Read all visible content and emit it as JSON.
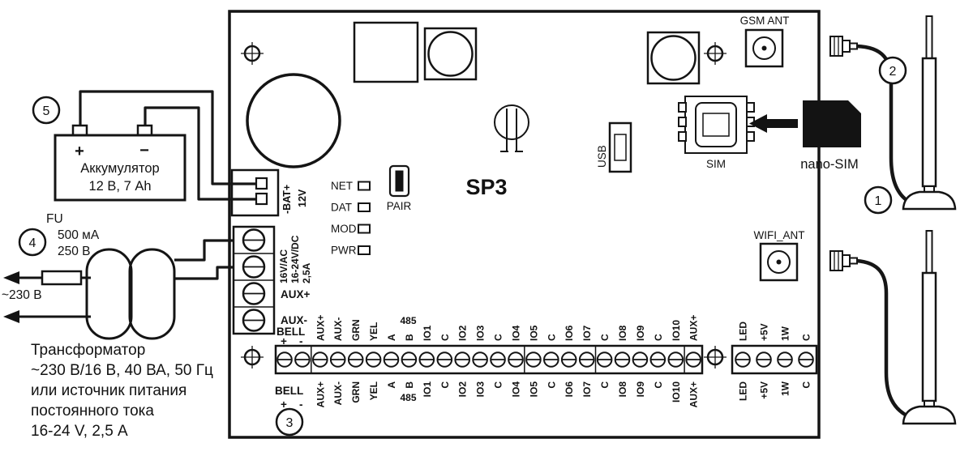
{
  "board": {
    "title": "SP3",
    "leds": [
      "NET",
      "DAT",
      "MOD",
      "PWR"
    ],
    "pair": "PAIR",
    "usb": "USB",
    "sim": "SIM",
    "nano_sim": "nano-SIM",
    "gsm_ant": "GSM ANT",
    "wifi_ant": "WIFI_ANT",
    "bat": {
      "polarity": "-BAT+",
      "voltage": "12V"
    },
    "power_in": {
      "l1": "16V/AC",
      "l2": "16-24V/DC",
      "l3": "2,5A",
      "aux_plus": "AUX+",
      "aux_minus": "AUX-"
    },
    "bell": {
      "name": "BELL",
      "plus": "+",
      "minus": "-"
    },
    "rs485": "485",
    "strip": [
      "AUX+",
      "AUX-",
      "GRN",
      "YEL",
      "A",
      "B",
      "IO1",
      "C",
      "IO2",
      "IO3",
      "C",
      "IO4",
      "IO5",
      "C",
      "IO6",
      "IO7",
      "C",
      "IO8",
      "IO9",
      "C",
      "IO10",
      "AUX+"
    ],
    "out": [
      "LED",
      "+5V",
      "1W",
      "C"
    ]
  },
  "battery": {
    "line1": "Аккумулятор",
    "line2": "12 В, 7 Ah",
    "plus": "+",
    "minus": "−"
  },
  "mains": {
    "fu": "FU",
    "current": "500 мА",
    "voltage": "250 В",
    "net": "~230 В"
  },
  "notes": {
    "l1": "Трансформатор",
    "l2": "~230 В/16 В, 40 ВА, 50 Гц",
    "l3": "или источник питания",
    "l4": "постоянного тока",
    "l5": "16-24 V, 2,5 А"
  },
  "callouts": {
    "c1": "1",
    "c2": "2",
    "c3": "3",
    "c4": "4",
    "c5": "5"
  }
}
